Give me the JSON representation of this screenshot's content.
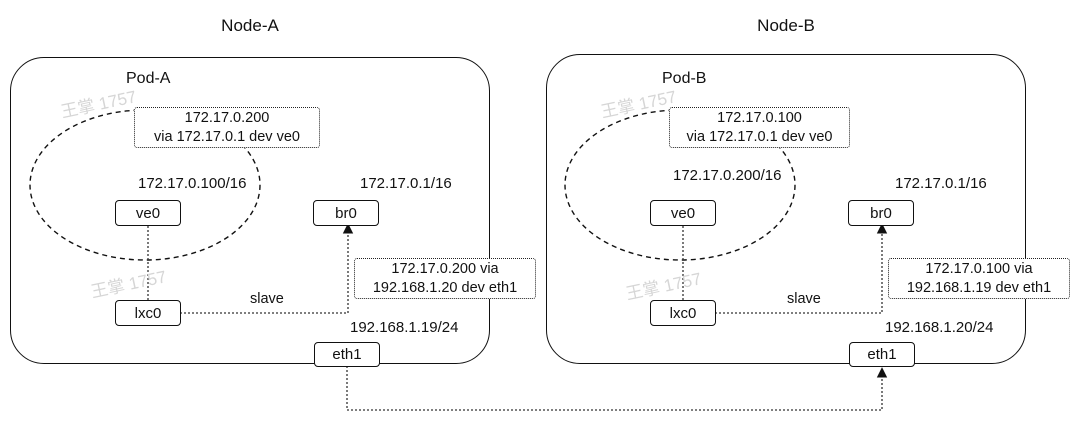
{
  "nodes": [
    {
      "title": "Node-A",
      "pod_title": "Pod-A",
      "pod_route_dest": "172.17.0.200",
      "pod_route_via": "via 172.17.0.1 dev ve0",
      "pod_ip": "172.17.0.100/16",
      "bridge_ip": "172.17.0.1/16",
      "ve0_label": "ve0",
      "br0_label": "br0",
      "lxc0_label": "lxc0",
      "slave_label": "slave",
      "host_route_line1": "172.17.0.200 via",
      "host_route_line2": "192.168.1.20 dev eth1",
      "eth_ip": "192.168.1.19/24",
      "eth_label": "eth1"
    },
    {
      "title": "Node-B",
      "pod_title": "Pod-B",
      "pod_route_dest": "172.17.0.100",
      "pod_route_via": "via 172.17.0.1 dev ve0",
      "pod_ip": "172.17.0.200/16",
      "bridge_ip": "172.17.0.1/16",
      "ve0_label": "ve0",
      "br0_label": "br0",
      "lxc0_label": "lxc0",
      "slave_label": "slave",
      "host_route_line1": "172.17.0.100 via",
      "host_route_line2": "192.168.1.19 dev eth1",
      "eth_ip": "192.168.1.20/24",
      "eth_label": "eth1"
    }
  ],
  "colors": {
    "stroke": "#111111",
    "watermark": "#d6d6d6"
  },
  "watermark": {
    "text": "王掌 1757"
  }
}
